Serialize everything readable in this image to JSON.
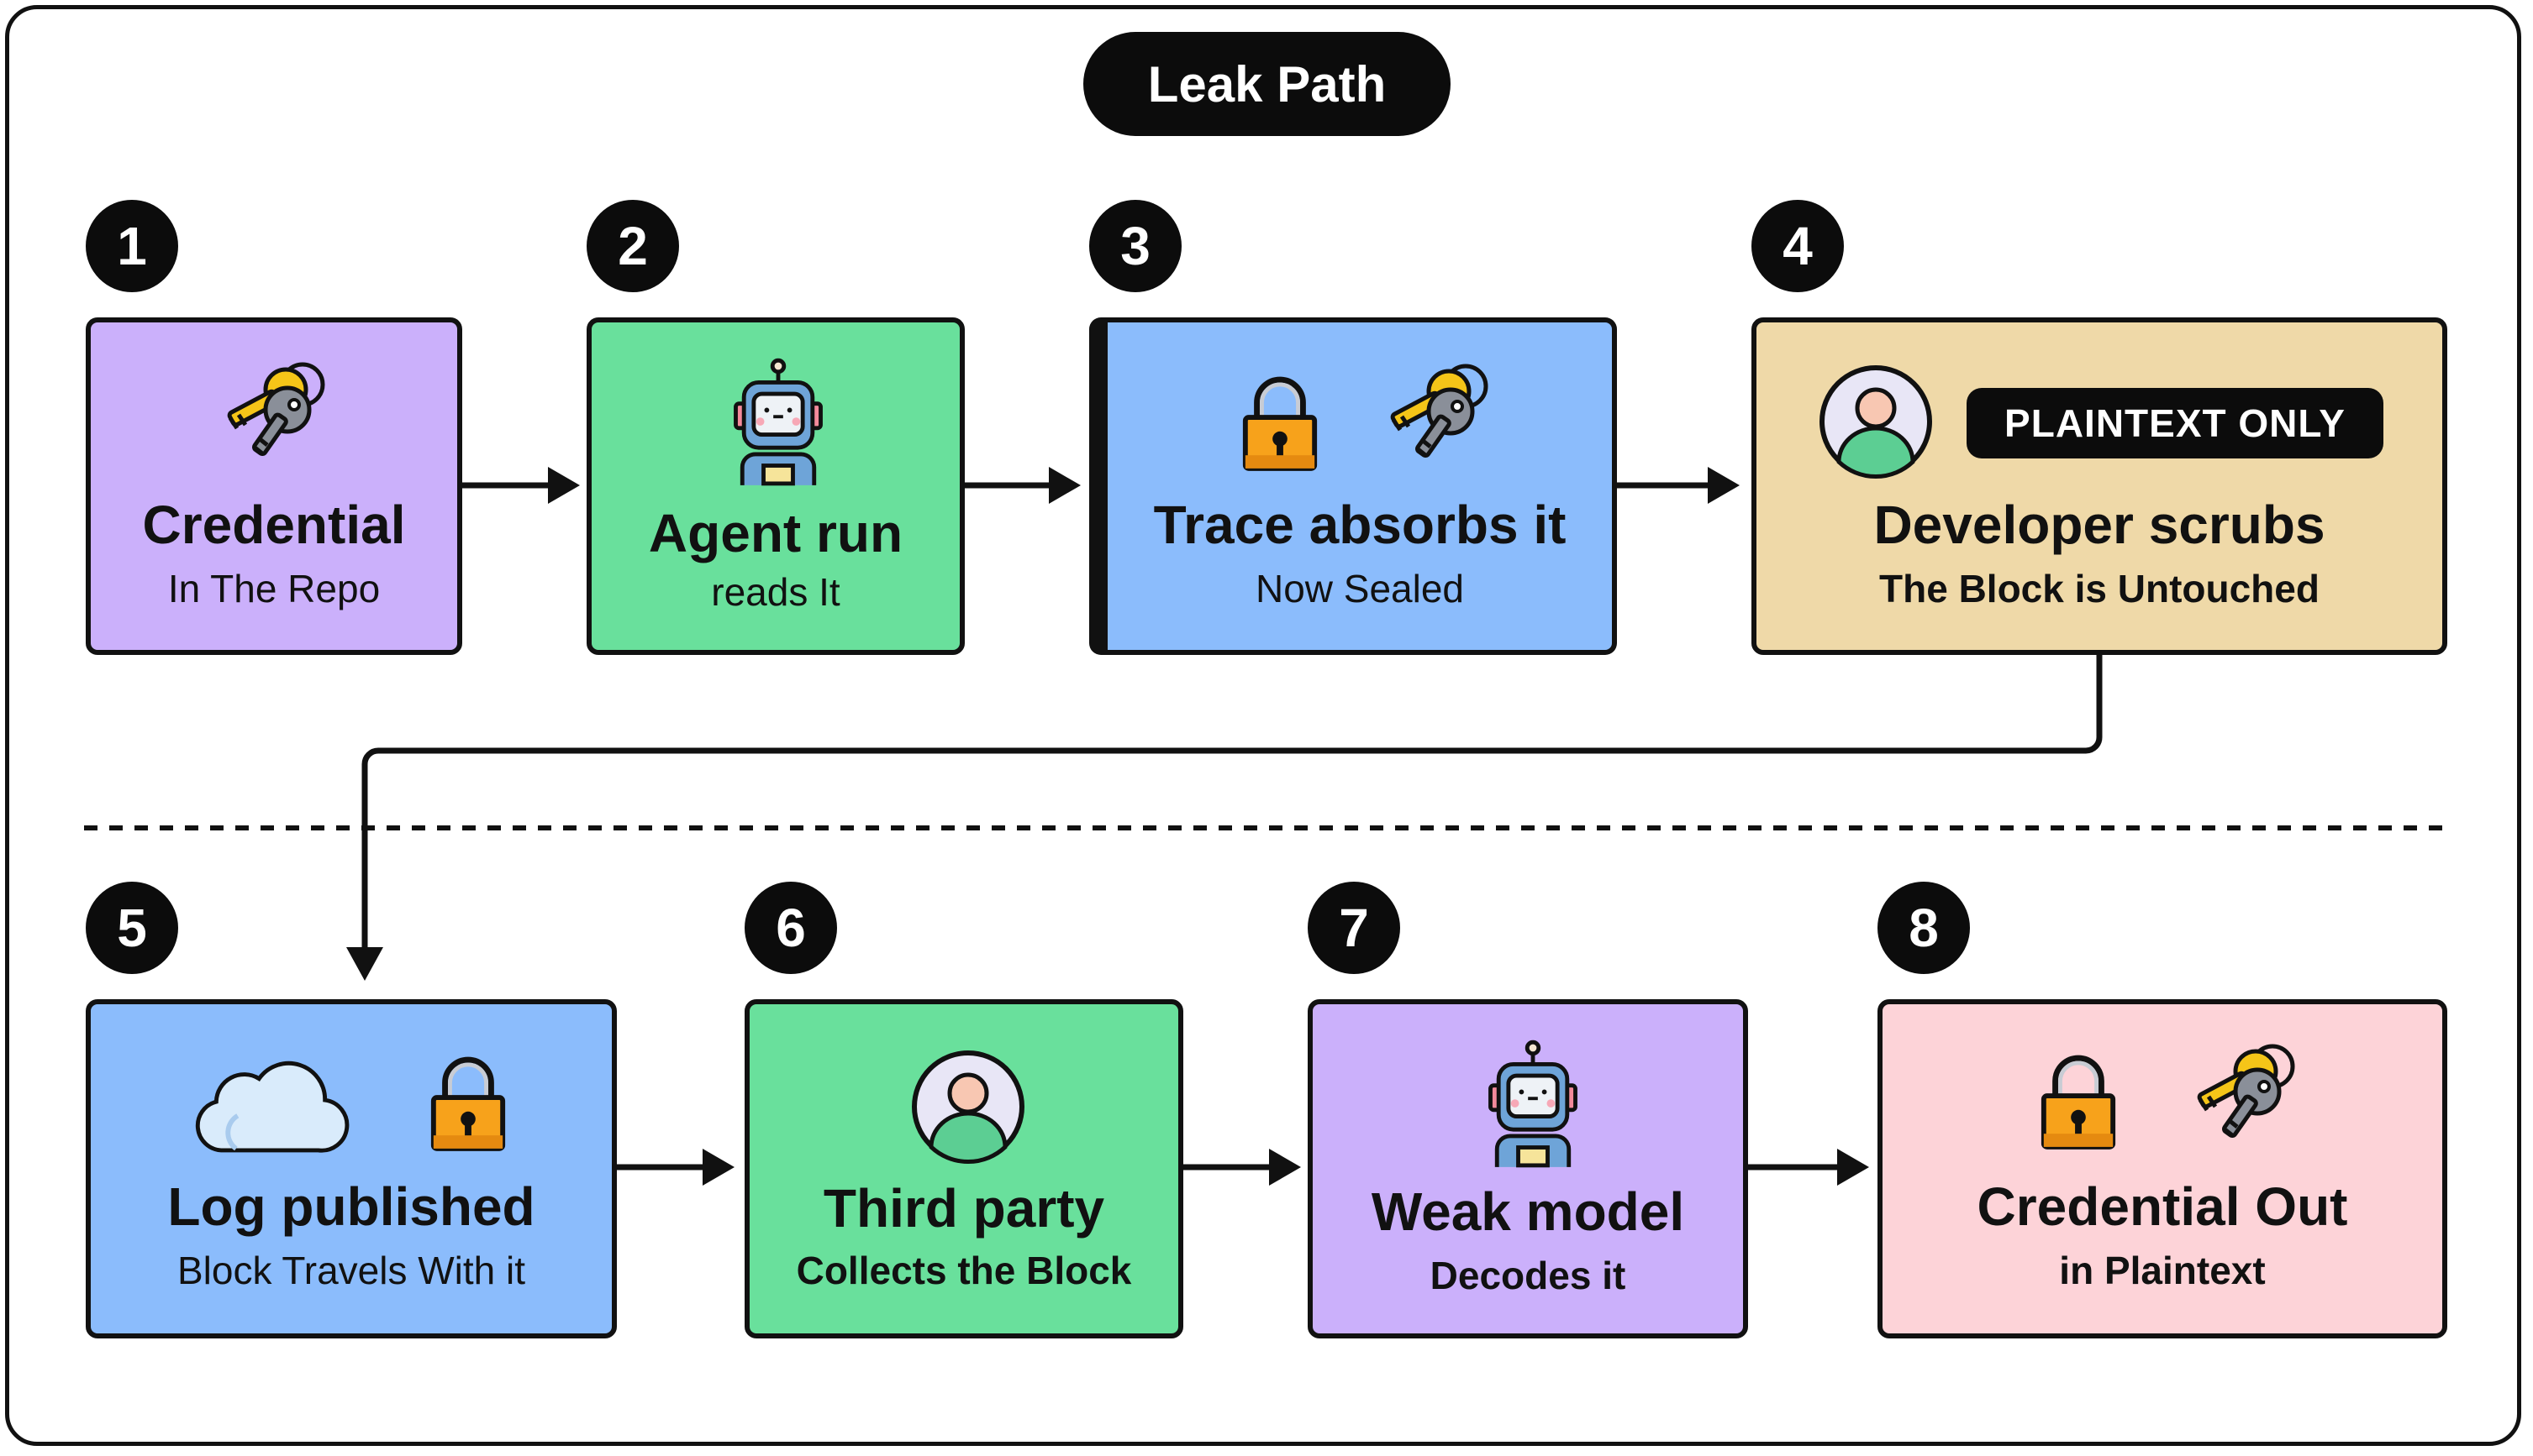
{
  "title": "Leak Path",
  "colors": {
    "purple": "#cbb0fb",
    "green": "#69e09c",
    "blue": "#8bbcfc",
    "tan": "#efd9a8",
    "pink": "#fdd3d8",
    "dark": "#0c0c0c"
  },
  "steps": [
    {
      "num": "1",
      "title": "Credential",
      "subtitle": "In The Repo",
      "icons": [
        "key-icon"
      ]
    },
    {
      "num": "2",
      "title": "Agent run",
      "subtitle": "reads It",
      "icons": [
        "robot-icon"
      ]
    },
    {
      "num": "3",
      "title": "Trace absorbs it",
      "subtitle": "Now Sealed",
      "icons": [
        "padlock-icon",
        "key-icon"
      ]
    },
    {
      "num": "4",
      "title": "Developer scrubs",
      "subtitle": "The Block is Untouched",
      "tag": "PLAINTEXT ONLY",
      "icons": [
        "person-icon"
      ]
    },
    {
      "num": "5",
      "title": "Log published",
      "subtitle": "Block Travels With it",
      "icons": [
        "cloud-icon",
        "padlock-icon"
      ]
    },
    {
      "num": "6",
      "title": "Third party",
      "subtitle": "Collects the Block",
      "icons": [
        "person-icon"
      ]
    },
    {
      "num": "7",
      "title": "Weak model",
      "subtitle": "Decodes it",
      "icons": [
        "robot-icon"
      ]
    },
    {
      "num": "8",
      "title": "Credential Out",
      "subtitle": "in Plaintext",
      "icons": [
        "padlock-icon",
        "key-icon"
      ]
    }
  ]
}
